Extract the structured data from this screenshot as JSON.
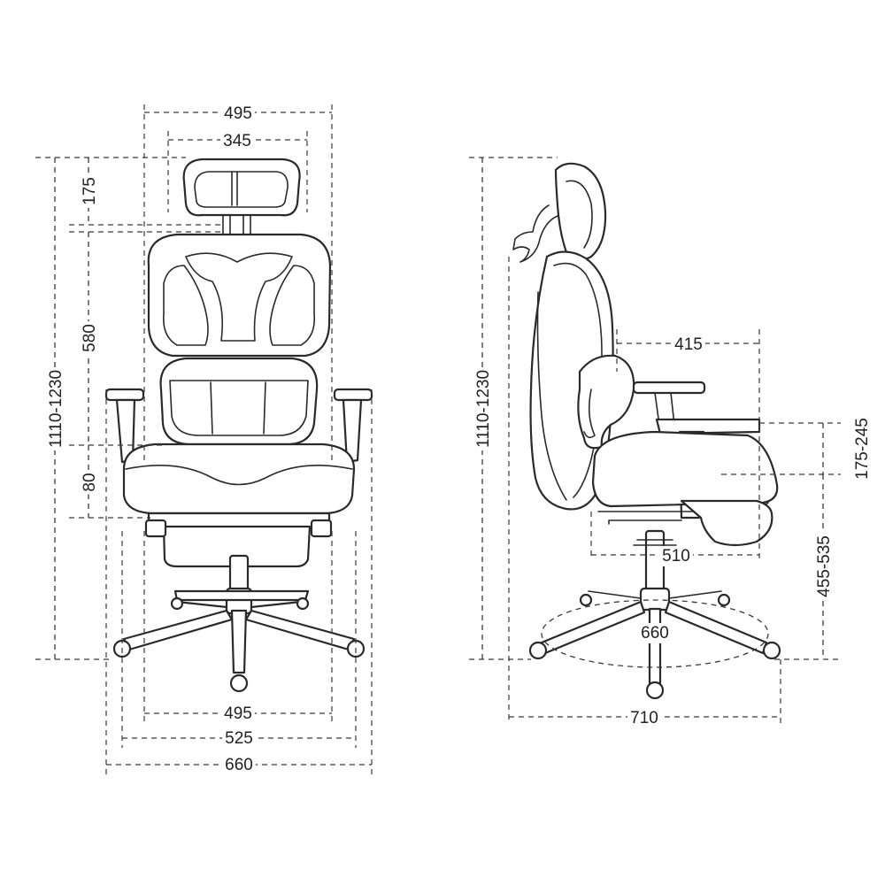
{
  "front_view": {
    "dimensions": {
      "overall_width_top": "495",
      "headrest_width": "345",
      "headrest_height": "175",
      "backrest_height": "580",
      "overall_height": "1110-1230",
      "lumbar_height": "80",
      "base_width_495": "495",
      "base_width_525": "525",
      "base_width_660": "660"
    }
  },
  "side_view": {
    "dimensions": {
      "overall_height": "1110-1230",
      "seat_depth_415": "415",
      "armrest_height": "175-245",
      "seat_depth_510": "510",
      "seat_height": "455-535",
      "base_diameter": "660",
      "overall_depth": "710"
    }
  }
}
